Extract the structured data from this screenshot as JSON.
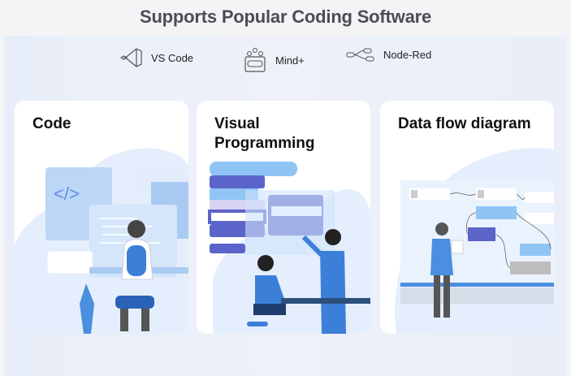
{
  "header": {
    "title": "Supports Popular Coding Software"
  },
  "software": [
    {
      "label": "VS Code",
      "icon": "vscode-icon"
    },
    {
      "label": "Mind+",
      "icon": "mindplus-icon"
    },
    {
      "label": "Node-Red",
      "icon": "node-red-icon"
    }
  ],
  "cards": [
    {
      "title": "Code",
      "code_glyph": "</>"
    },
    {
      "title_line1": "Visual",
      "title_line2": "Programming"
    },
    {
      "title": "Data flow diagram"
    }
  ],
  "colors": {
    "accent": "#4a8fe0",
    "purple": "#5b64c8",
    "light_blue": "#cfe3fb"
  }
}
